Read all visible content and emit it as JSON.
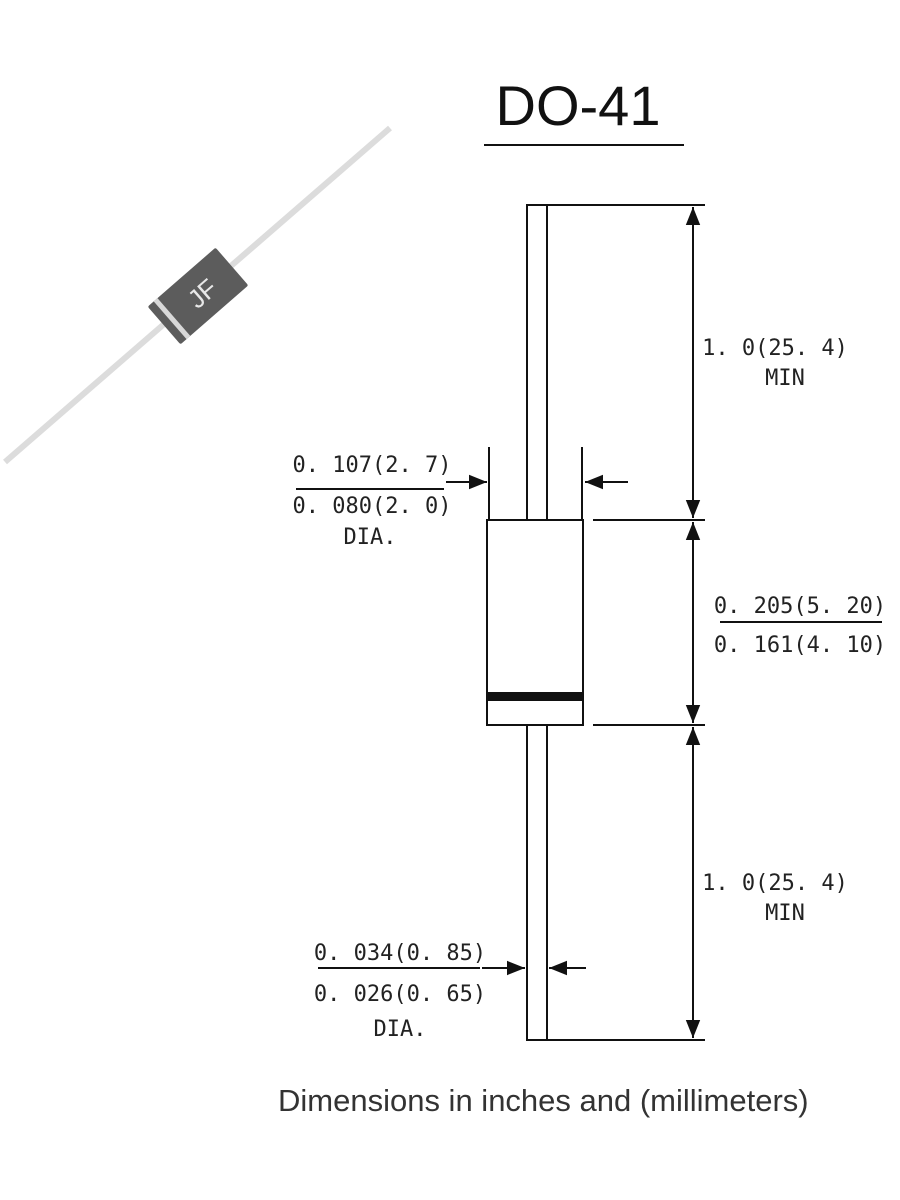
{
  "title": "DO-41",
  "photo": {
    "marking": "JF"
  },
  "dimensions": {
    "lead_length_top": {
      "value": "1. 0(25. 4)",
      "note": "MIN"
    },
    "body_diameter": {
      "max": "0. 107(2. 7)",
      "min": "0. 080(2. 0)",
      "note": "DIA."
    },
    "body_length": {
      "max": "0. 205(5. 20)",
      "min": "0. 161(4. 10)"
    },
    "lead_length_bottom": {
      "value": "1. 0(25. 4)",
      "note": "MIN"
    },
    "lead_diameter": {
      "max": "0. 034(0. 85)",
      "min": "0. 026(0. 65)",
      "note": "DIA."
    }
  },
  "footer": "Dimensions in inches and (millimeters)"
}
